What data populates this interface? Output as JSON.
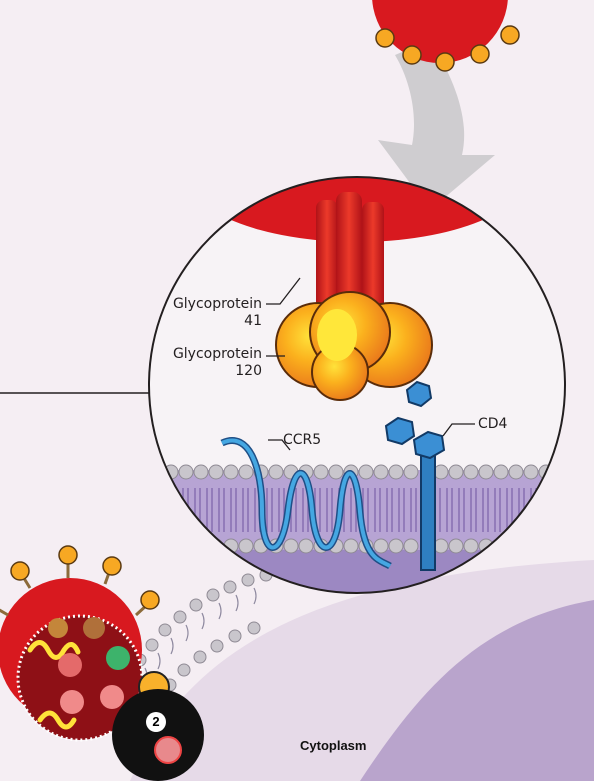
{
  "labels": {
    "gp41_line1": "Glycoprotein",
    "gp41_line2": "41",
    "gp120_line1": "Glycoprotein",
    "gp120_line2": "120",
    "ccr5": "CCR5",
    "cd4": "CD4",
    "cytoplasm": "Cytoplasm",
    "step_number": "2"
  },
  "colors": {
    "background": "#f5eef3",
    "virus_red": "#d8191f",
    "spike_orange": "#f7a823",
    "membrane_purple": "#9b86c0",
    "cell_purple": "#c5b3d3",
    "receptor_blue": "#2f7fc1",
    "ccr5_blue": "#3aa0dc",
    "arrow_gray": "#cfcdd0"
  }
}
